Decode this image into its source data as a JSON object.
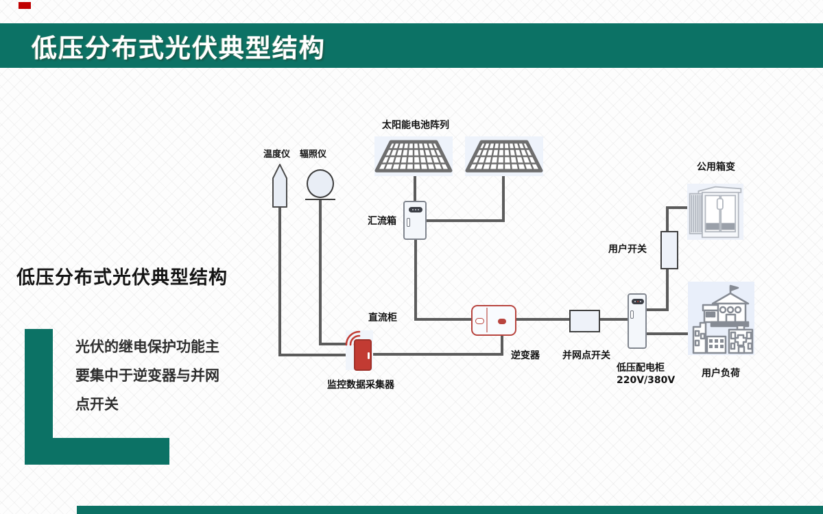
{
  "header": {
    "title": "低压分布式光伏典型结构"
  },
  "left": {
    "heading": "低压分布式光伏典型结构",
    "note_lines": [
      "光伏的继电保护功能主",
      "要集中于逆变器与并网",
      "点开关"
    ]
  },
  "diagram": {
    "labels": {
      "solar_array": "太阳能电池阵列",
      "temperature_meter": "温度仪",
      "irradiance_meter": "辐照仪",
      "combiner_box": "汇流箱",
      "dc_cabinet": "直流柜",
      "monitor_collector": "监控数据采集器",
      "inverter": "逆变器",
      "grid_point_switch": "并网点开关",
      "lv_cabinet": "低压配电柜",
      "lv_cabinet_voltage": "220V/380V",
      "user_switch": "用户开关",
      "public_transformer": "公用箱变",
      "user_load": "用户负荷"
    }
  },
  "colors": {
    "accent_teal": "#0c7265",
    "marker_red": "#c00000",
    "wire_gray": "#5b5b5b",
    "device_red": "#c23b33"
  }
}
